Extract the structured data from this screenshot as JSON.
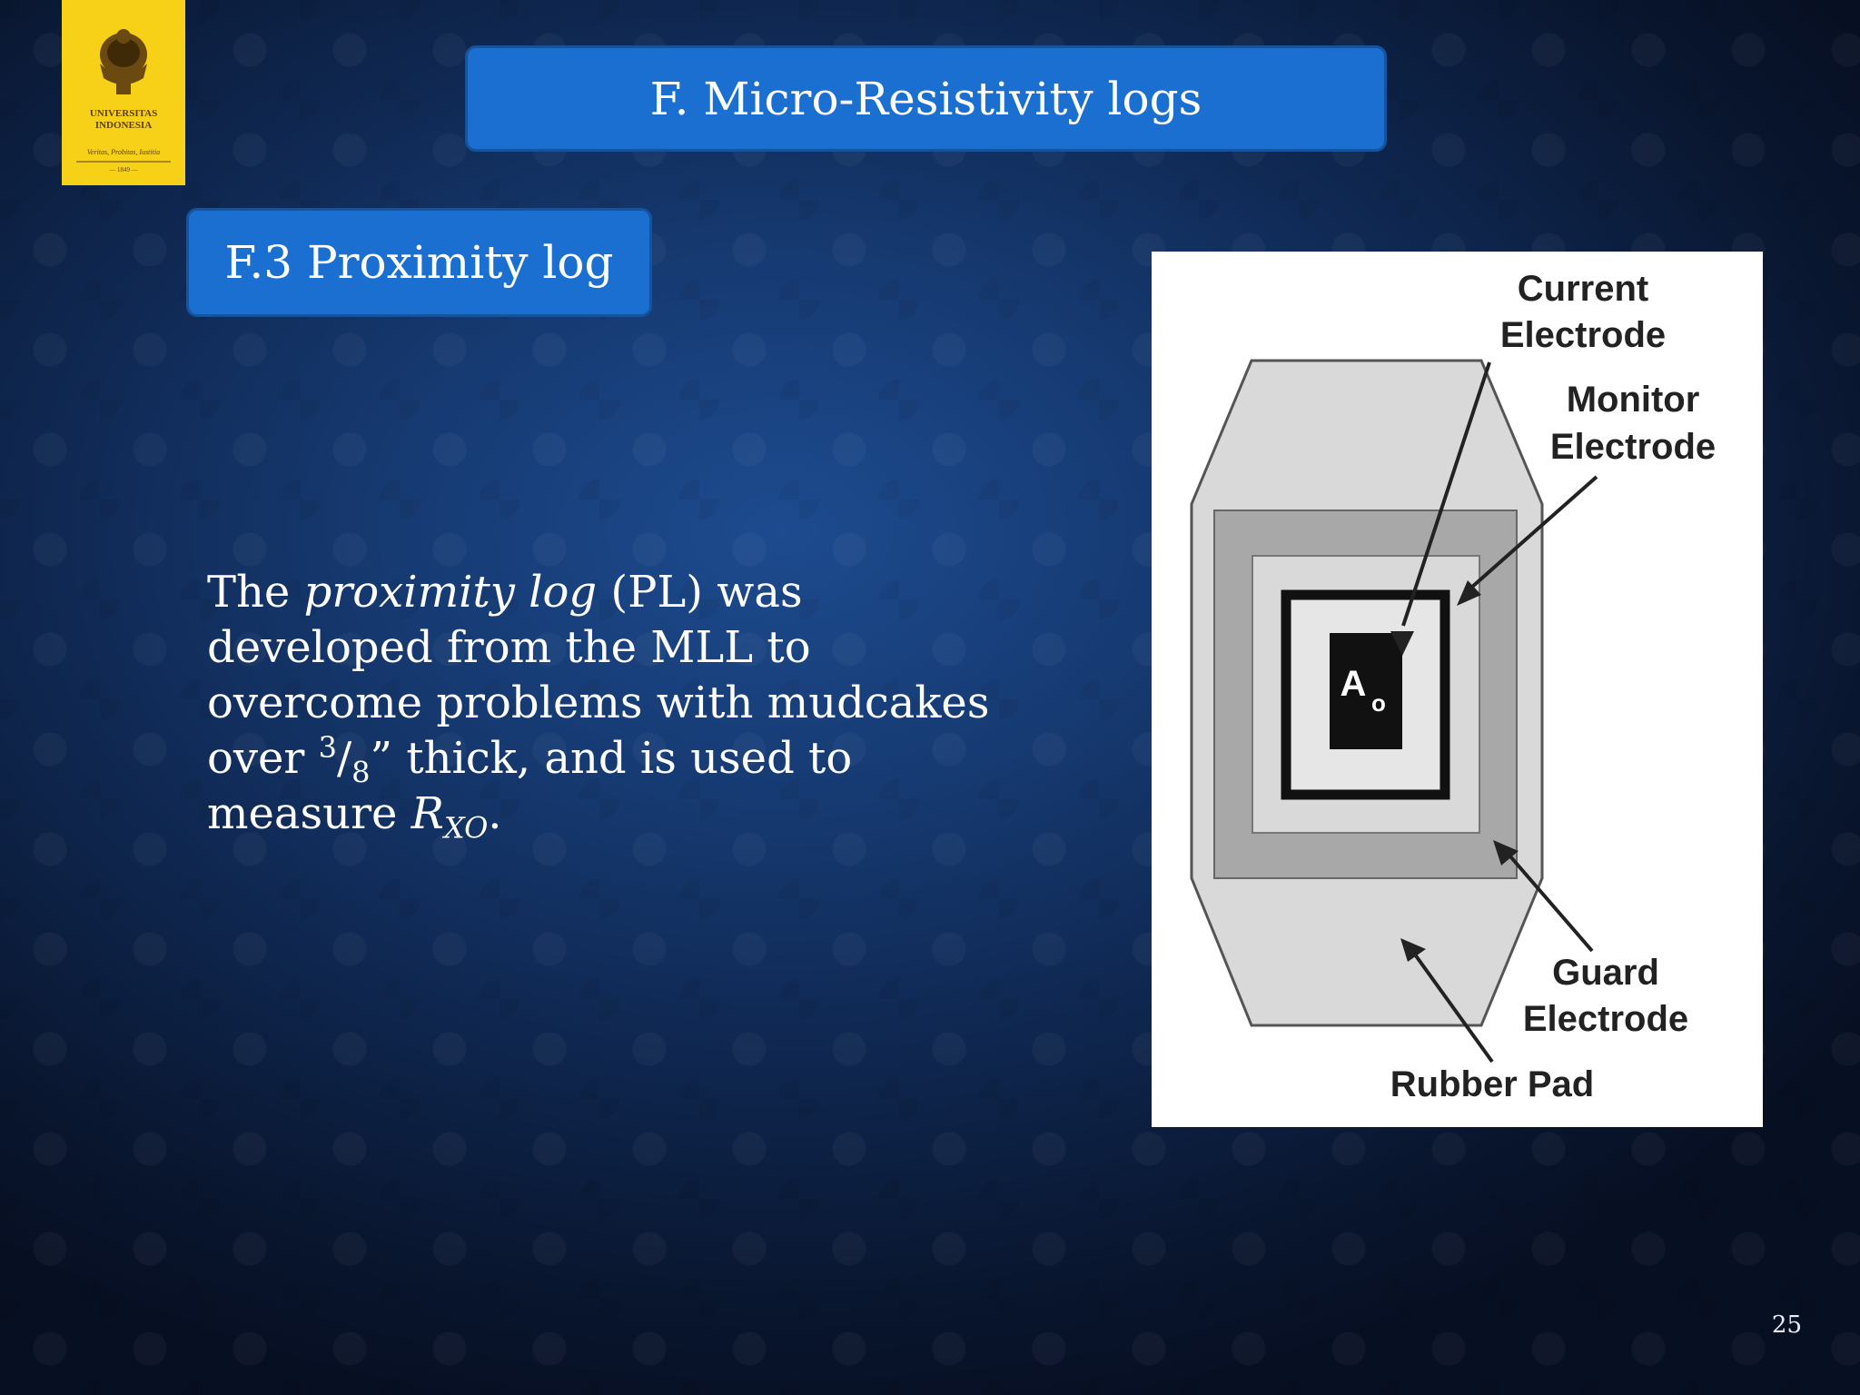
{
  "slide": {
    "title": "F. Micro-Resistivity logs",
    "subtitle": "F.3 Proximity log",
    "page_number": "25"
  },
  "logo": {
    "line1": "UNIVERSITAS",
    "line2": "INDONESIA",
    "motto": "Veritas, Probitas, Iustitia",
    "year": "— 1849 —",
    "color": "#f7d117"
  },
  "body": {
    "part1": "The ",
    "term": "proximity log",
    "part2": " (PL) was developed from the MLL to overcome problems with mudcakes over ",
    "frac_num": "3",
    "frac_sep": "/",
    "frac_den": "8",
    "part3": "” thick, and is used to measure ",
    "symbol": "R",
    "symbol_sub": "XO",
    "part4": "."
  },
  "diagram": {
    "label_current_1": "Current",
    "label_current_2": "Electrode",
    "label_monitor_1": "Monitor",
    "label_monitor_2": "Electrode",
    "label_guard_1": "Guard",
    "label_guard_2": "Electrode",
    "label_rubber": "Rubber Pad",
    "center_label": "A",
    "center_sub": "o"
  },
  "colors": {
    "box_blue": "#1a6fd0",
    "box_border": "#14549e",
    "pad_light": "#d8d8d8",
    "guard_gray": "#a8a8a8",
    "electrode_black": "#111111"
  }
}
